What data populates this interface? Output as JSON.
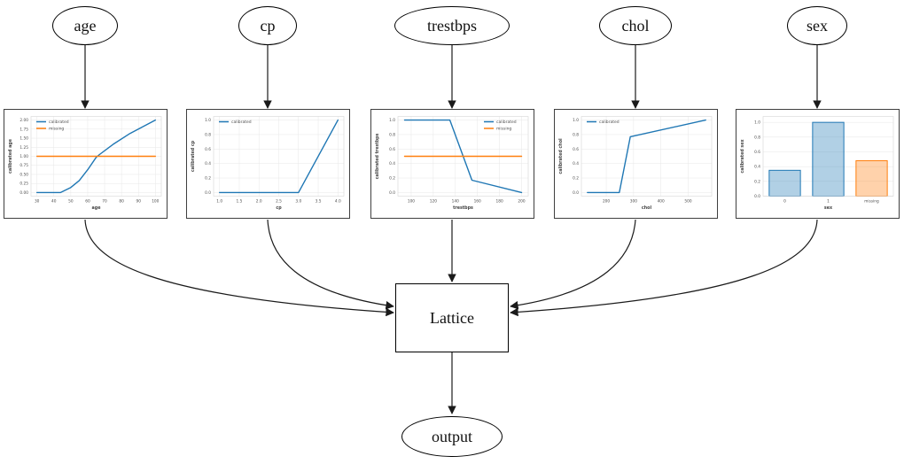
{
  "nodes": {
    "age": {
      "label": "age"
    },
    "cp": {
      "label": "cp"
    },
    "trestbps": {
      "label": "trestbps"
    },
    "chol": {
      "label": "chol"
    },
    "sex": {
      "label": "sex"
    },
    "lattice": {
      "label": "Lattice"
    },
    "output": {
      "label": "output"
    }
  },
  "graph": {
    "edges": [
      {
        "from": "age",
        "to": "age-calibration-plot"
      },
      {
        "from": "cp",
        "to": "cp-calibration-plot"
      },
      {
        "from": "trestbps",
        "to": "trestbps-calibration-plot"
      },
      {
        "from": "chol",
        "to": "chol-calibration-plot"
      },
      {
        "from": "sex",
        "to": "sex-calibration-plot"
      },
      {
        "from": "age-calibration-plot",
        "to": "lattice"
      },
      {
        "from": "cp-calibration-plot",
        "to": "lattice"
      },
      {
        "from": "trestbps-calibration-plot",
        "to": "lattice"
      },
      {
        "from": "chol-calibration-plot",
        "to": "lattice"
      },
      {
        "from": "sex-calibration-plot",
        "to": "lattice"
      },
      {
        "from": "lattice",
        "to": "output"
      }
    ],
    "edge_color": "#1a1a1a"
  },
  "palette": {
    "calibrated": "#1f77b4",
    "missing": "#ff7f0e",
    "grid": "#e7e7e7",
    "spine": "#d6d6d6",
    "tick": "#4d4d4d",
    "label": "#444444"
  },
  "chart_data": [
    {
      "id": "age",
      "type": "line",
      "xlabel": "age",
      "ylabel": "calibrated age",
      "xlim": [
        26.5,
        103.5
      ],
      "ylim": [
        -0.1,
        2.1
      ],
      "xticks": [
        30,
        40,
        50,
        60,
        70,
        80,
        90,
        100
      ],
      "xtick_labels": [
        "30",
        "40",
        "50",
        "60",
        "70",
        "80",
        "90",
        "100"
      ],
      "yticks": [
        0,
        0.25,
        0.5,
        0.75,
        1,
        1.25,
        1.5,
        1.75,
        2
      ],
      "ytick_labels": [
        "0.00",
        "0.25",
        "0.50",
        "0.75",
        "1.00",
        "1.25",
        "1.50",
        "1.75",
        "2.00"
      ],
      "legend": {
        "loc": "top-left",
        "entries": [
          "calibrated",
          "missing"
        ]
      },
      "series": [
        {
          "name": "calibrated",
          "color": "#1f77b4",
          "points": [
            [
              30,
              0
            ],
            [
              44,
              0
            ],
            [
              50,
              0.14
            ],
            [
              55,
              0.33
            ],
            [
              60,
              0.63
            ],
            [
              65,
              0.97
            ],
            [
              67,
              1.05
            ],
            [
              75,
              1.33
            ],
            [
              85,
              1.63
            ],
            [
              100,
              2.0
            ]
          ]
        },
        {
          "name": "missing",
          "color": "#ff7f0e",
          "points": [
            [
              30,
              1
            ],
            [
              100,
              1
            ]
          ]
        }
      ]
    },
    {
      "id": "cp",
      "type": "line",
      "xlabel": "cp",
      "ylabel": "calibrated cp",
      "xlim": [
        0.85,
        4.15
      ],
      "ylim": [
        -0.05,
        1.05
      ],
      "xticks": [
        1.0,
        1.5,
        2.0,
        2.5,
        3.0,
        3.5,
        4.0
      ],
      "xtick_labels": [
        "1.0",
        "1.5",
        "2.0",
        "2.5",
        "3.0",
        "3.5",
        "4.0"
      ],
      "yticks": [
        0,
        0.2,
        0.4,
        0.6,
        0.8,
        1.0
      ],
      "ytick_labels": [
        "0.0",
        "0.2",
        "0.4",
        "0.6",
        "0.8",
        "1.0"
      ],
      "legend": {
        "loc": "top-left",
        "entries": [
          "calibrated"
        ]
      },
      "series": [
        {
          "name": "calibrated",
          "color": "#1f77b4",
          "points": [
            [
              1,
              0
            ],
            [
              3,
              0
            ],
            [
              4,
              1
            ]
          ]
        }
      ]
    },
    {
      "id": "trestbps",
      "type": "line",
      "xlabel": "trestbps",
      "ylabel": "calibrated trestbps",
      "xlim": [
        88,
        206
      ],
      "ylim": [
        -0.05,
        1.05
      ],
      "xticks": [
        100,
        120,
        140,
        160,
        180,
        200
      ],
      "xtick_labels": [
        "100",
        "120",
        "140",
        "160",
        "180",
        "200"
      ],
      "yticks": [
        0,
        0.2,
        0.4,
        0.6,
        0.8,
        1.0
      ],
      "ytick_labels": [
        "0.0",
        "0.2",
        "0.4",
        "0.6",
        "0.8",
        "1.0"
      ],
      "legend": {
        "loc": "top-right",
        "entries": [
          "calibrated",
          "missing"
        ]
      },
      "series": [
        {
          "name": "calibrated",
          "color": "#1f77b4",
          "points": [
            [
              94,
              1
            ],
            [
              135,
              1
            ],
            [
              155,
              0.17
            ],
            [
              200,
              0
            ]
          ]
        },
        {
          "name": "missing",
          "color": "#ff7f0e",
          "points": [
            [
              94,
              0.5
            ],
            [
              200,
              0.5
            ]
          ]
        }
      ]
    },
    {
      "id": "chol",
      "type": "line",
      "xlabel": "chol",
      "ylabel": "calibrated chol",
      "xlim": [
        109,
        586
      ],
      "ylim": [
        -0.05,
        1.05
      ],
      "xticks": [
        200,
        300,
        400,
        500
      ],
      "xtick_labels": [
        "200",
        "300",
        "400",
        "500"
      ],
      "yticks": [
        0,
        0.2,
        0.4,
        0.6,
        0.8,
        1.0
      ],
      "ytick_labels": [
        "0.0",
        "0.2",
        "0.4",
        "0.6",
        "0.8",
        "1.0"
      ],
      "legend": {
        "loc": "top-left",
        "entries": [
          "calibrated"
        ]
      },
      "series": [
        {
          "name": "calibrated",
          "color": "#1f77b4",
          "points": [
            [
              131,
              0
            ],
            [
              248,
              0
            ],
            [
              288,
              0.77
            ],
            [
              564,
              1.0
            ]
          ]
        }
      ]
    },
    {
      "id": "sex",
      "type": "bar",
      "xlabel": "sex",
      "ylabel": "calibrated sex",
      "ylim": [
        0,
        1.08
      ],
      "categories": [
        "0",
        "1",
        "missing"
      ],
      "values": [
        0.35,
        1.0,
        0.48
      ],
      "bar_fills": [
        "rgba(31,119,180,0.35)",
        "rgba(31,119,180,0.35)",
        "rgba(255,127,14,0.35)"
      ],
      "bar_edges": [
        "#1f77b4",
        "#1f77b4",
        "#ff7f0e"
      ],
      "yticks": [
        0,
        0.2,
        0.4,
        0.6,
        0.8,
        1.0
      ],
      "ytick_labels": [
        "0.0",
        "0.2",
        "0.4",
        "0.6",
        "0.8",
        "1.0"
      ]
    }
  ]
}
